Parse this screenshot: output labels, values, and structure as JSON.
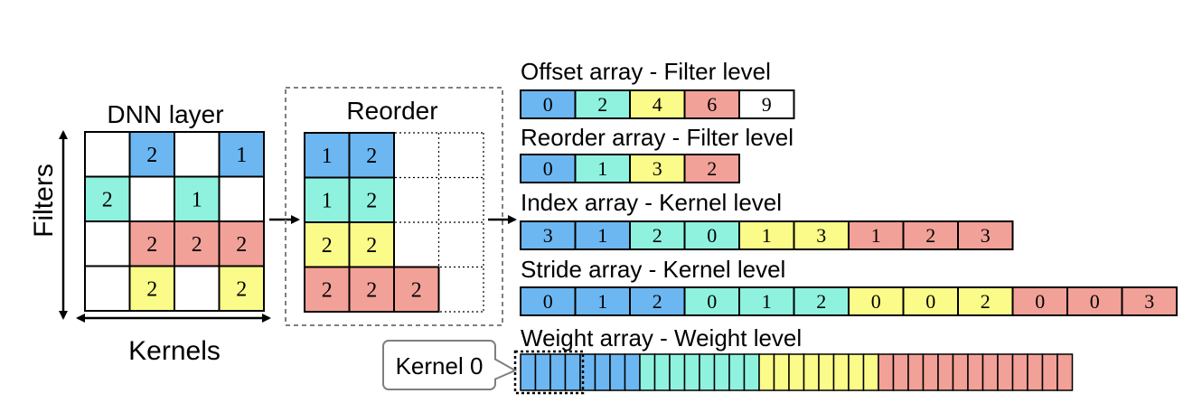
{
  "colors": {
    "blue": "#6cb7f2",
    "cyan": "#8ff2df",
    "yellow": "#fbfb8a",
    "red": "#f2a198",
    "white": "#ffffff",
    "stroke": "#000000",
    "dash": "#7f7f7f"
  },
  "dnn_layer": {
    "title": "DNN layer",
    "axis_filters": "Filters",
    "axis_kernels": "Kernels",
    "grid": [
      [
        {
          "v": "",
          "c": "white"
        },
        {
          "v": "2",
          "c": "blue"
        },
        {
          "v": "",
          "c": "white"
        },
        {
          "v": "1",
          "c": "blue"
        }
      ],
      [
        {
          "v": "2",
          "c": "cyan"
        },
        {
          "v": "",
          "c": "white"
        },
        {
          "v": "1",
          "c": "cyan"
        },
        {
          "v": "",
          "c": "white"
        }
      ],
      [
        {
          "v": "",
          "c": "white"
        },
        {
          "v": "2",
          "c": "red"
        },
        {
          "v": "2",
          "c": "red"
        },
        {
          "v": "2",
          "c": "red"
        }
      ],
      [
        {
          "v": "",
          "c": "white"
        },
        {
          "v": "2",
          "c": "yellow"
        },
        {
          "v": "",
          "c": "white"
        },
        {
          "v": "2",
          "c": "yellow"
        }
      ]
    ]
  },
  "reorder": {
    "title": "Reorder",
    "rows": [
      [
        {
          "v": "1",
          "c": "blue"
        },
        {
          "v": "2",
          "c": "blue"
        }
      ],
      [
        {
          "v": "1",
          "c": "cyan"
        },
        {
          "v": "2",
          "c": "cyan"
        }
      ],
      [
        {
          "v": "2",
          "c": "yellow"
        },
        {
          "v": "2",
          "c": "yellow"
        }
      ],
      [
        {
          "v": "2",
          "c": "red"
        },
        {
          "v": "2",
          "c": "red"
        },
        {
          "v": "2",
          "c": "red"
        }
      ]
    ]
  },
  "arrays": [
    {
      "id": "offset",
      "label": "Offset array - Filter level",
      "cells": [
        {
          "v": "0",
          "c": "blue"
        },
        {
          "v": "2",
          "c": "cyan"
        },
        {
          "v": "4",
          "c": "yellow"
        },
        {
          "v": "6",
          "c": "red"
        },
        {
          "v": "9",
          "c": "white"
        }
      ]
    },
    {
      "id": "reorder",
      "label": "Reorder array - Filter level",
      "cells": [
        {
          "v": "0",
          "c": "blue"
        },
        {
          "v": "1",
          "c": "cyan"
        },
        {
          "v": "3",
          "c": "yellow"
        },
        {
          "v": "2",
          "c": "red"
        }
      ]
    },
    {
      "id": "index",
      "label": "Index array - Kernel level",
      "cells": [
        {
          "v": "3",
          "c": "blue"
        },
        {
          "v": "1",
          "c": "blue"
        },
        {
          "v": "2",
          "c": "cyan"
        },
        {
          "v": "0",
          "c": "cyan"
        },
        {
          "v": "1",
          "c": "yellow"
        },
        {
          "v": "3",
          "c": "yellow"
        },
        {
          "v": "1",
          "c": "red"
        },
        {
          "v": "2",
          "c": "red"
        },
        {
          "v": "3",
          "c": "red"
        }
      ]
    },
    {
      "id": "stride",
      "label": "Stride array - Kernel level",
      "cells": [
        {
          "v": "0",
          "c": "blue"
        },
        {
          "v": "1",
          "c": "blue"
        },
        {
          "v": "2",
          "c": "blue"
        },
        {
          "v": "0",
          "c": "cyan"
        },
        {
          "v": "1",
          "c": "cyan"
        },
        {
          "v": "2",
          "c": "cyan"
        },
        {
          "v": "0",
          "c": "yellow"
        },
        {
          "v": "0",
          "c": "yellow"
        },
        {
          "v": "2",
          "c": "yellow"
        },
        {
          "v": "0",
          "c": "red"
        },
        {
          "v": "0",
          "c": "red"
        },
        {
          "v": "3",
          "c": "red"
        }
      ]
    }
  ],
  "weight": {
    "label": "Weight array - Weight level",
    "callout": "Kernel 0",
    "groups": [
      {
        "c": "blue",
        "count": 8
      },
      {
        "c": "cyan",
        "count": 8
      },
      {
        "c": "yellow",
        "count": 8
      },
      {
        "c": "red",
        "count": 13
      }
    ]
  }
}
